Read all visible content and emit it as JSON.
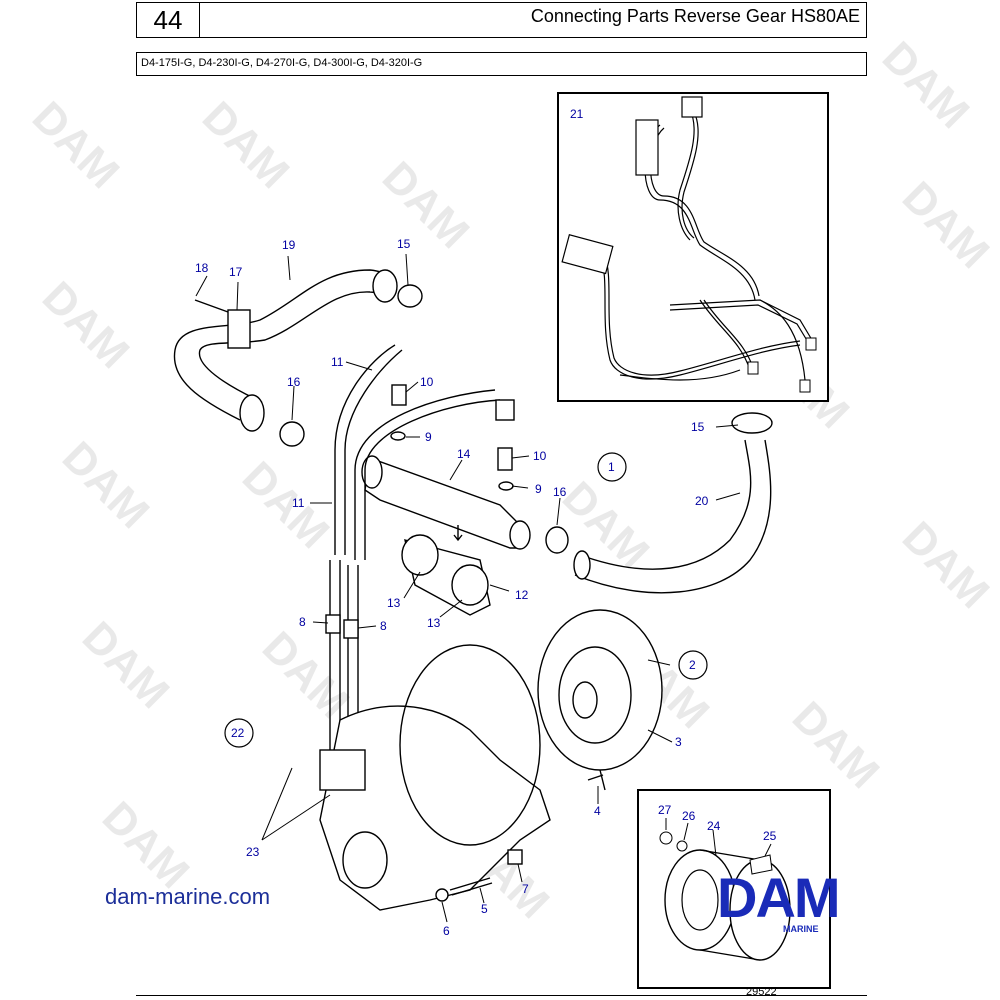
{
  "header": {
    "page_number": "44",
    "title": "Connecting Parts Reverse Gear HS80AE",
    "models": "D4-175I-G, D4-230I-G, D4-270I-G, D4-300I-G, D4-320I-G"
  },
  "watermark_text": "DAM",
  "callouts": {
    "n1": "1",
    "n2": "2",
    "n3": "3",
    "n4": "4",
    "n5": "5",
    "n6": "6",
    "n7": "7",
    "n8a": "8",
    "n8b": "8",
    "n9a": "9",
    "n9b": "9",
    "n10a": "10",
    "n10b": "10",
    "n11a": "11",
    "n11b": "11",
    "n12": "12",
    "n13a": "13",
    "n13b": "13",
    "n14": "14",
    "n15a": "15",
    "n15b": "15",
    "n16a": "16",
    "n16b": "16",
    "n17": "17",
    "n18": "18",
    "n19": "19",
    "n20": "20",
    "n21": "21",
    "n22": "22",
    "n23": "23",
    "n24": "24",
    "n25": "25",
    "n26": "26",
    "n27": "27"
  },
  "footer": {
    "website": "dam-marine.com",
    "ref_number": "29522",
    "logo_text": "DAM",
    "logo_sub": "MARINE"
  },
  "colors": {
    "callout": "#0000a0",
    "logo": "#1a2bb8",
    "watermark": "#e9e9e9"
  }
}
